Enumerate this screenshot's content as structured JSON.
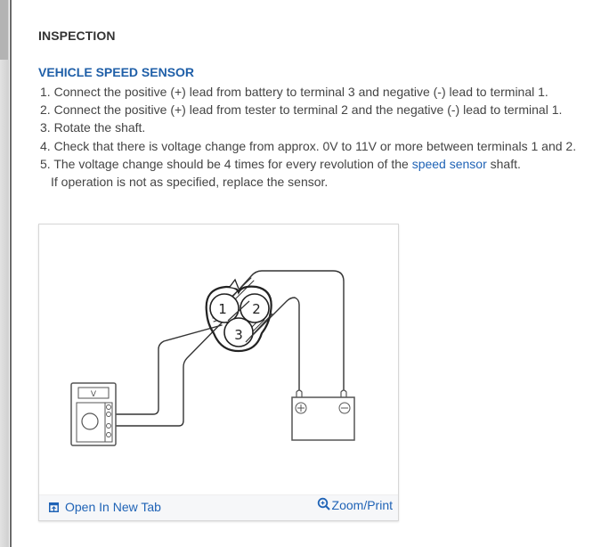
{
  "section": {
    "title": "INSPECTION"
  },
  "procedure": {
    "title": "VEHICLE SPEED SENSOR",
    "steps": [
      {
        "num": "1.",
        "text": "Connect the positive (+) lead from battery to terminal 3 and negative (-) lead to terminal 1."
      },
      {
        "num": "2.",
        "text": "Connect the positive (+) lead from tester to terminal 2 and the negative (-) lead to terminal 1."
      },
      {
        "num": "3.",
        "text": "Rotate the shaft."
      },
      {
        "num": "4.",
        "text": "Check that there is voltage change from approx. 0V to 11V or more between terminals 1 and 2."
      },
      {
        "num": "5.",
        "text_before": "The voltage change should be 4 times for every revolution of the ",
        "link": "speed sensor",
        "text_after": " shaft."
      }
    ],
    "note": "If operation is not as specified, replace the sensor."
  },
  "figure": {
    "diagram": {
      "sensor_terminals": [
        "1",
        "2",
        "3"
      ],
      "tester_label": "V",
      "battery_terminals": {
        "positive": "+",
        "negative": "−"
      }
    },
    "footer": {
      "open_in_new_tab": "Open In New Tab",
      "zoom_print": "Zoom/Print"
    }
  },
  "colors": {
    "heading": "#333333",
    "accent_blue": "#1f5fa8",
    "link_blue": "#1f63b6",
    "body_text": "#444444"
  }
}
